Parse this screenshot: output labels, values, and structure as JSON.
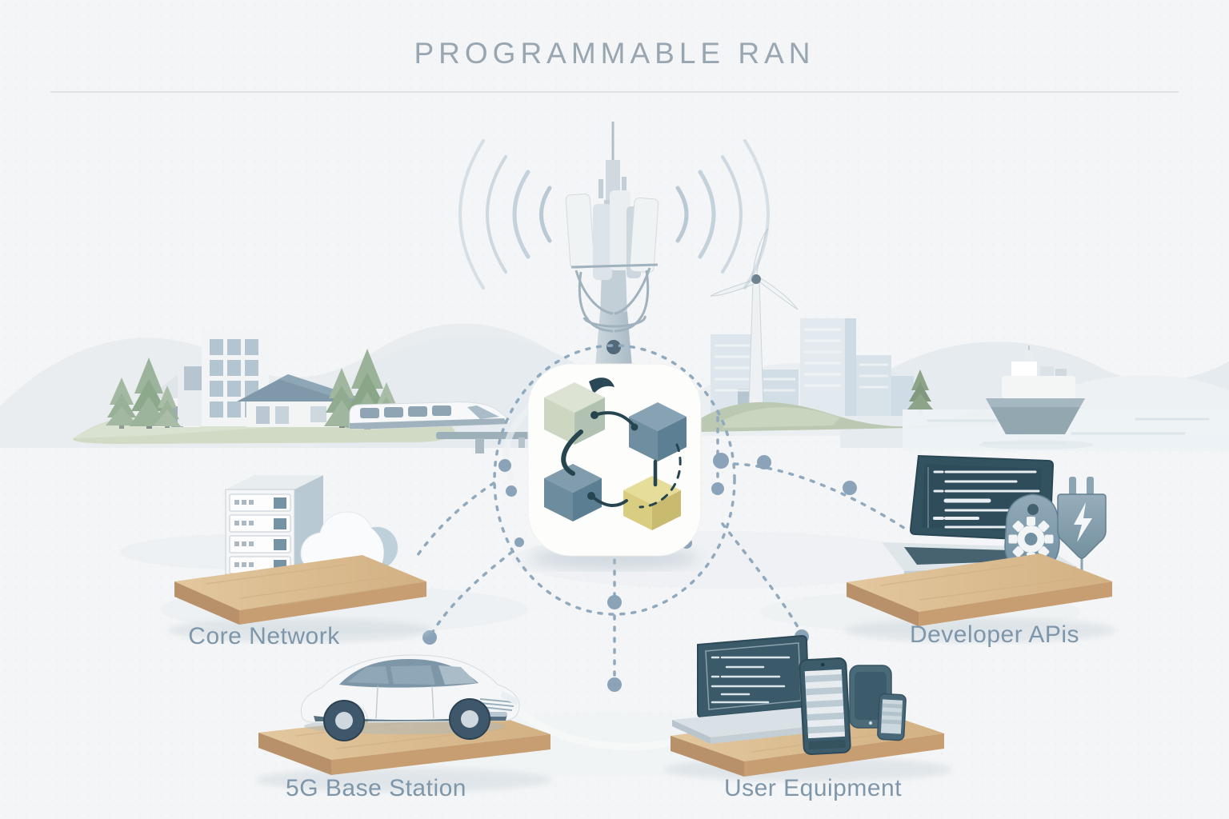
{
  "title": "PROGRAMMABLE RAN",
  "hub": {
    "icon": "modular-cubes-icon",
    "description_colors": [
      "#ccd6c0",
      "#6f8fa1",
      "#7b98a9",
      "#d9cd82"
    ]
  },
  "nodes": [
    {
      "id": "core-network",
      "label": "Core Network",
      "icon": "server-rack-cloud-icon"
    },
    {
      "id": "base-station",
      "label": "5G Base Station",
      "icon": "connected-car-icon"
    },
    {
      "id": "user-equipment",
      "label": "User Equipment",
      "icon": "laptop-tablet-phone-icon"
    },
    {
      "id": "developer-apis",
      "label": "Developer APis",
      "icon": "laptop-code-gear-plug-icon"
    }
  ],
  "scenery": [
    "cell-tower",
    "radio-waves",
    "wind-turbine",
    "city-skyline",
    "houses",
    "pine-trees",
    "train",
    "ship",
    "mountains",
    "water"
  ],
  "colors": {
    "background": "#f4f5f6",
    "title_text": "#98a6b2",
    "label_text": "#7d96aa",
    "wood_top": "#dcbe95",
    "wood_front": "#c69e72",
    "dashed_line": "#8fa9bf",
    "connector_dark": "#27454f"
  }
}
